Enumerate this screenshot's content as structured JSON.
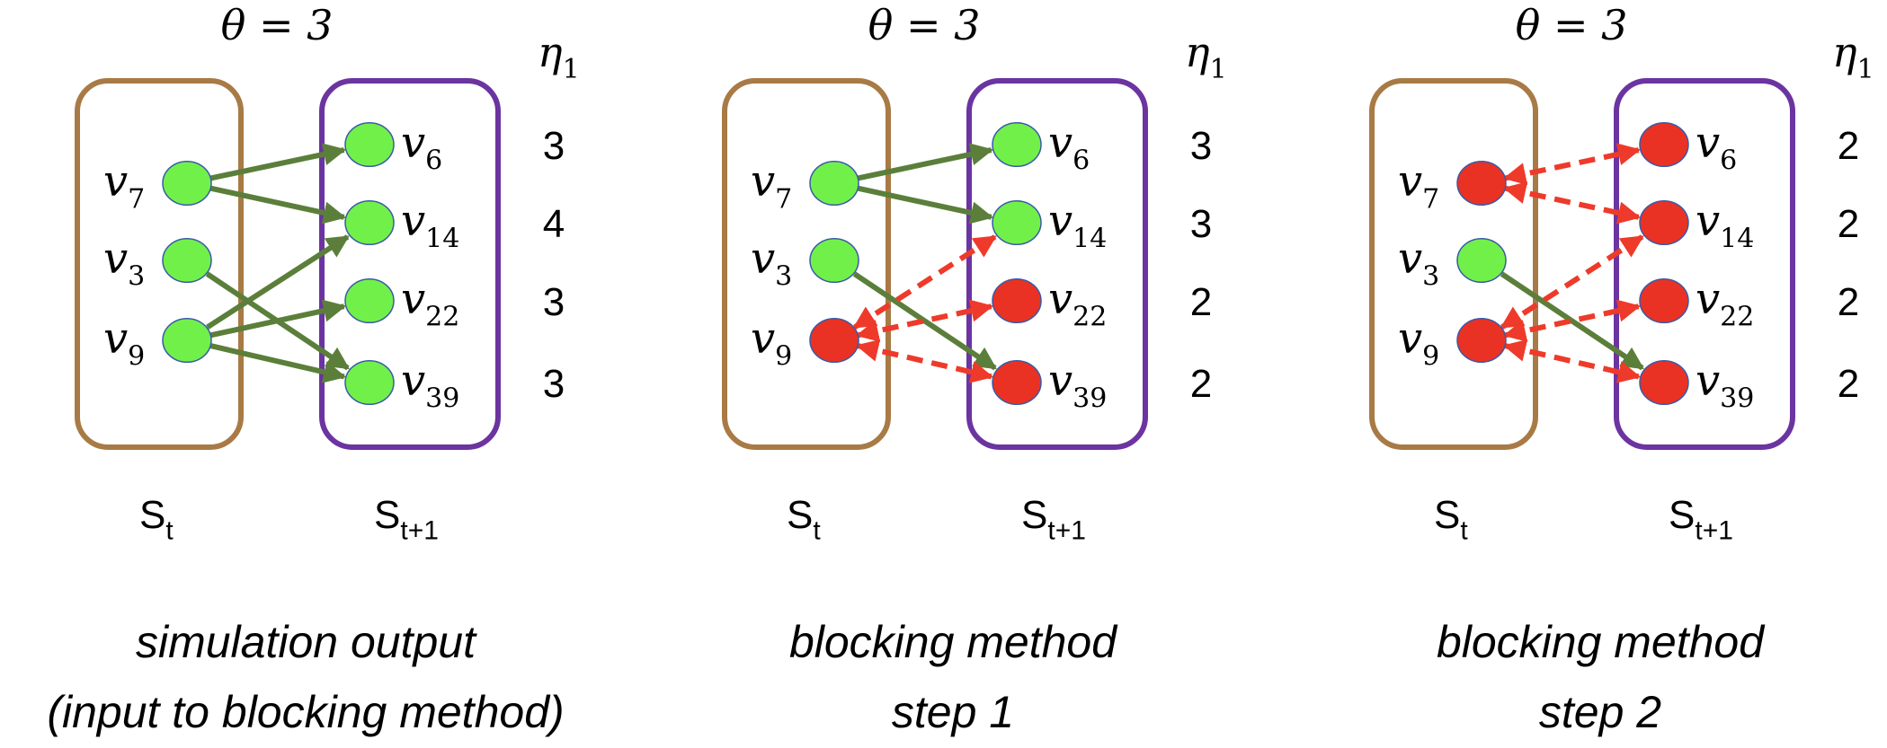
{
  "colors": {
    "left_box": "#a87a45",
    "right_box": "#6b34a0",
    "active_node": "#72f04a",
    "blocked_node": "#e93224",
    "node_stroke": "#3a5aa8",
    "active_edge": "#5b7f3a",
    "blocked_edge": "#ee3a2a"
  },
  "panels": [
    {
      "theta_label": "θ = 3",
      "eta_label": "η",
      "eta_sub": "1",
      "left_set_label": "S",
      "left_set_sub": "t",
      "right_set_label": "S",
      "right_set_sub": "t+1",
      "caption_line1": "simulation output",
      "caption_line2": "(input to blocking method)",
      "left_nodes": [
        {
          "id": "v7",
          "name": "v",
          "sub": "7",
          "state": "active"
        },
        {
          "id": "v3",
          "name": "v",
          "sub": "3",
          "state": "active"
        },
        {
          "id": "v9",
          "name": "v",
          "sub": "9",
          "state": "active"
        }
      ],
      "right_nodes": [
        {
          "id": "v6",
          "name": "v",
          "sub": "6",
          "state": "active",
          "eta": "3"
        },
        {
          "id": "v14",
          "name": "v",
          "sub": "14",
          "state": "active",
          "eta": "4"
        },
        {
          "id": "v22",
          "name": "v",
          "sub": "22",
          "state": "active",
          "eta": "3"
        },
        {
          "id": "v39",
          "name": "v",
          "sub": "39",
          "state": "active",
          "eta": "3"
        }
      ],
      "edges": [
        {
          "from": "v7",
          "to": "v6",
          "state": "active"
        },
        {
          "from": "v7",
          "to": "v14",
          "state": "active"
        },
        {
          "from": "v3",
          "to": "v39",
          "state": "active"
        },
        {
          "from": "v9",
          "to": "v14",
          "state": "active"
        },
        {
          "from": "v9",
          "to": "v22",
          "state": "active"
        },
        {
          "from": "v9",
          "to": "v39",
          "state": "active"
        }
      ]
    },
    {
      "theta_label": "θ = 3",
      "eta_label": "η",
      "eta_sub": "1",
      "left_set_label": "S",
      "left_set_sub": "t",
      "right_set_label": "S",
      "right_set_sub": "t+1",
      "caption_line1": "blocking method",
      "caption_line2": "step 1",
      "left_nodes": [
        {
          "id": "v7",
          "name": "v",
          "sub": "7",
          "state": "active"
        },
        {
          "id": "v3",
          "name": "v",
          "sub": "3",
          "state": "active"
        },
        {
          "id": "v9",
          "name": "v",
          "sub": "9",
          "state": "blocked"
        }
      ],
      "right_nodes": [
        {
          "id": "v6",
          "name": "v",
          "sub": "6",
          "state": "active",
          "eta": "3"
        },
        {
          "id": "v14",
          "name": "v",
          "sub": "14",
          "state": "active",
          "eta": "3"
        },
        {
          "id": "v22",
          "name": "v",
          "sub": "22",
          "state": "blocked",
          "eta": "2"
        },
        {
          "id": "v39",
          "name": "v",
          "sub": "39",
          "state": "blocked",
          "eta": "2"
        }
      ],
      "edges": [
        {
          "from": "v7",
          "to": "v6",
          "state": "active"
        },
        {
          "from": "v7",
          "to": "v14",
          "state": "active"
        },
        {
          "from": "v3",
          "to": "v39",
          "state": "active"
        },
        {
          "from": "v9",
          "to": "v14",
          "state": "blocked"
        },
        {
          "from": "v9",
          "to": "v22",
          "state": "blocked"
        },
        {
          "from": "v9",
          "to": "v39",
          "state": "blocked"
        }
      ]
    },
    {
      "theta_label": "θ = 3",
      "eta_label": "η",
      "eta_sub": "1",
      "left_set_label": "S",
      "left_set_sub": "t",
      "right_set_label": "S",
      "right_set_sub": "t+1",
      "caption_line1": "blocking method",
      "caption_line2": "step 2",
      "left_nodes": [
        {
          "id": "v7",
          "name": "v",
          "sub": "7",
          "state": "blocked"
        },
        {
          "id": "v3",
          "name": "v",
          "sub": "3",
          "state": "active"
        },
        {
          "id": "v9",
          "name": "v",
          "sub": "9",
          "state": "blocked"
        }
      ],
      "right_nodes": [
        {
          "id": "v6",
          "name": "v",
          "sub": "6",
          "state": "blocked",
          "eta": "2"
        },
        {
          "id": "v14",
          "name": "v",
          "sub": "14",
          "state": "blocked",
          "eta": "2"
        },
        {
          "id": "v22",
          "name": "v",
          "sub": "22",
          "state": "blocked",
          "eta": "2"
        },
        {
          "id": "v39",
          "name": "v",
          "sub": "39",
          "state": "blocked",
          "eta": "2"
        }
      ],
      "edges": [
        {
          "from": "v7",
          "to": "v6",
          "state": "blocked"
        },
        {
          "from": "v7",
          "to": "v14",
          "state": "blocked"
        },
        {
          "from": "v3",
          "to": "v39",
          "state": "active"
        },
        {
          "from": "v9",
          "to": "v14",
          "state": "blocked"
        },
        {
          "from": "v9",
          "to": "v22",
          "state": "blocked"
        },
        {
          "from": "v9",
          "to": "v39",
          "state": "blocked"
        }
      ]
    }
  ]
}
